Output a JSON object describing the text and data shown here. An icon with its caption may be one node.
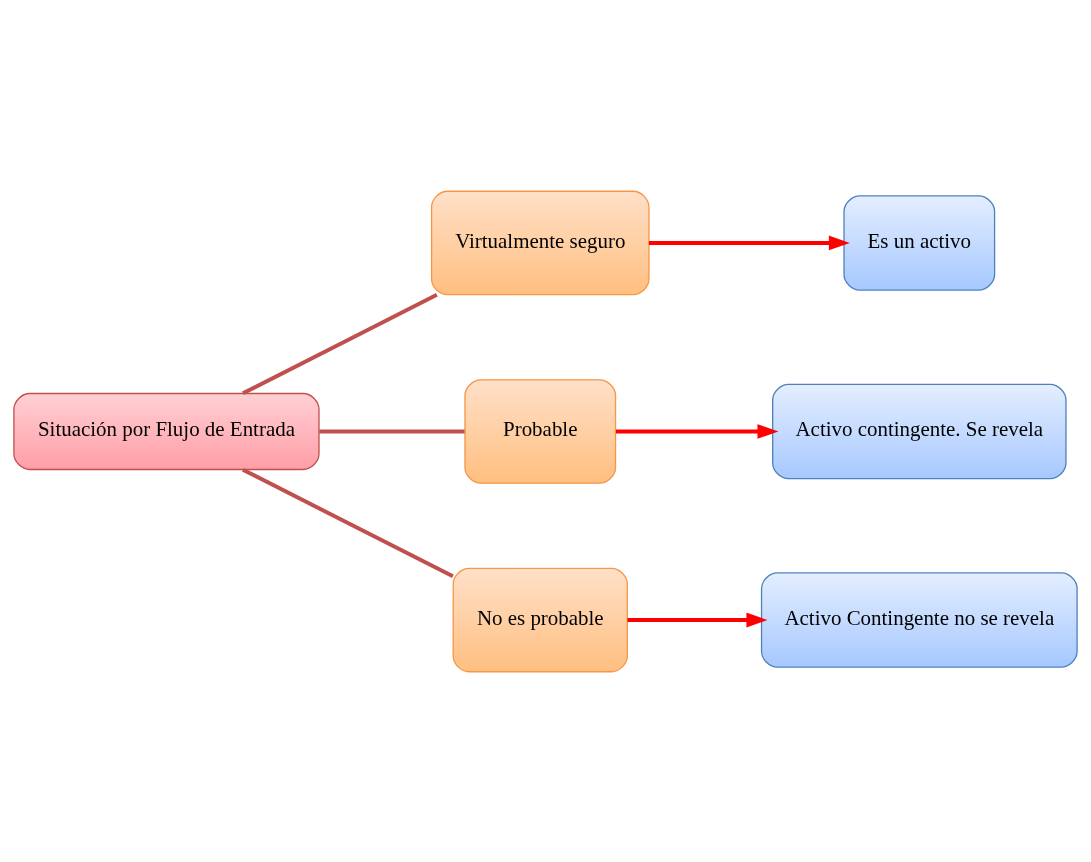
{
  "diagram": {
    "nodes": [
      {
        "text": [
          "Situación por Flujo de Entrada"
        ]
      },
      {
        "text": [
          "Virtualmente seguro"
        ]
      },
      {
        "text": [
          "Probable"
        ]
      },
      {
        "text": [
          "No es probable"
        ]
      },
      {
        "text": [
          "Es un activo"
        ]
      },
      {
        "text": [
          "Activo contingente. Se revela"
        ]
      },
      {
        "text": [
          "Activo Contingente no se revela"
        ]
      }
    ],
    "edges": [
      {
        "from": 0,
        "to": 1,
        "arrow": "none",
        "color": "#c0504d"
      },
      {
        "from": 0,
        "to": 2,
        "arrow": "none",
        "color": "#c0504d"
      },
      {
        "from": 0,
        "to": 3,
        "arrow": "none",
        "color": "#c0504d"
      },
      {
        "from": 1,
        "to": 4,
        "arrow": "to",
        "color": "#ff0000"
      },
      {
        "from": 2,
        "to": 5,
        "arrow": "to",
        "color": "#ff0000"
      },
      {
        "from": 3,
        "to": 6,
        "arrow": "to",
        "color": "#ff0000"
      }
    ]
  }
}
